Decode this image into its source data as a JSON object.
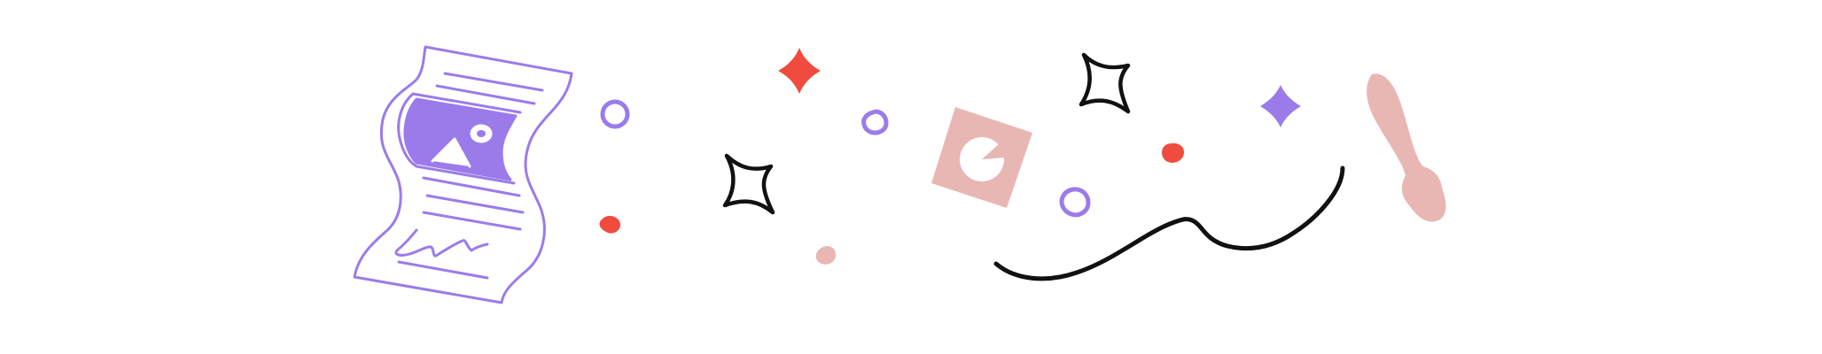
{
  "canvas": {
    "background": "#ffffff"
  },
  "palette": {
    "purple": "#9B7BEA",
    "red": "#F04B3E",
    "pink": "#E8B7B4",
    "black": "#111111"
  },
  "elements": [
    {
      "name": "document-image-icon",
      "icon": "document-with-picture",
      "color": "#9B7BEA"
    },
    {
      "name": "sparkle-outline-icon",
      "icon": "four-point-star-outline",
      "color": "#111111",
      "count": 2
    },
    {
      "name": "sparkle-filled-icon",
      "icon": "four-point-star-filled",
      "colors": [
        "#F04B3E",
        "#9B7BEA"
      ]
    },
    {
      "name": "ring-icon",
      "icon": "small-circle-outline",
      "color": "#9B7BEA",
      "count": 3
    },
    {
      "name": "dot-icon",
      "icon": "blob-dot",
      "colors": [
        "#F04B3E",
        "#E8B7B4"
      ]
    },
    {
      "name": "picture-card-icon",
      "icon": "tilted-card-with-pie",
      "color": "#E8B7B4"
    },
    {
      "name": "squiggle-line-icon",
      "icon": "wavy-line",
      "color": "#111111"
    },
    {
      "name": "spoon-blob-icon",
      "icon": "spoon-shape",
      "color": "#E8B7B4"
    }
  ]
}
